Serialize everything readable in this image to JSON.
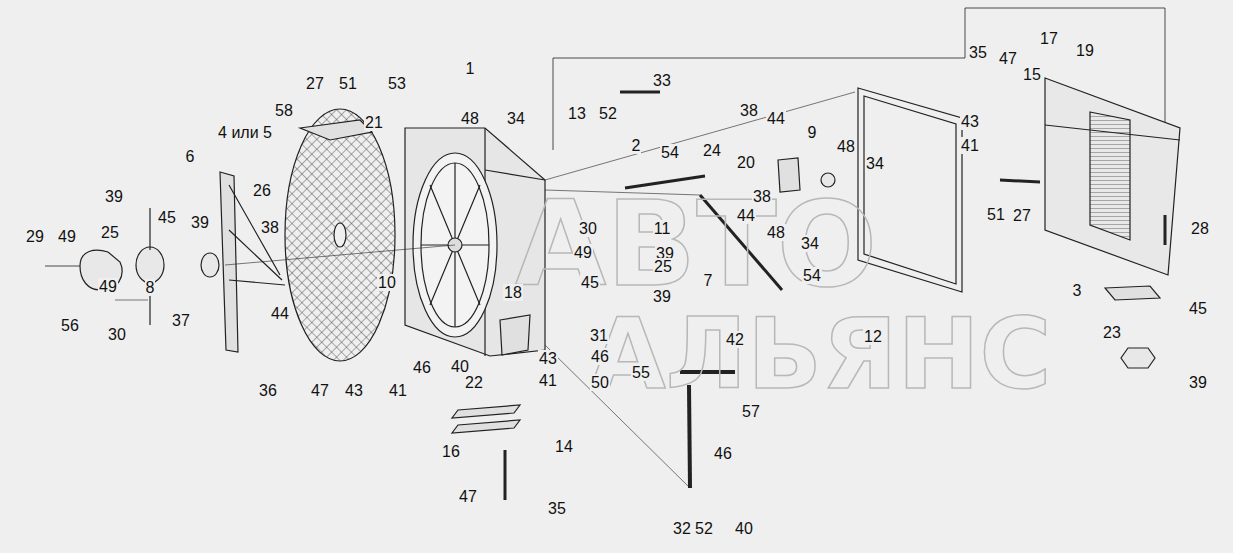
{
  "diagram": {
    "labels": [
      "1",
      "27",
      "51",
      "53",
      "58",
      "21",
      "4 или 5",
      "48",
      "34",
      "6",
      "13",
      "52",
      "33",
      "2",
      "54",
      "24",
      "38",
      "44",
      "9",
      "48",
      "20",
      "34",
      "38",
      "44",
      "48",
      "34",
      "35",
      "47",
      "17",
      "19",
      "15",
      "43",
      "41",
      "51",
      "27",
      "28",
      "3",
      "23",
      "45",
      "39",
      "12",
      "39",
      "45",
      "25",
      "26",
      "39",
      "29",
      "49",
      "38",
      "8",
      "49",
      "56",
      "30",
      "37",
      "44",
      "10",
      "30",
      "11",
      "39",
      "49",
      "25",
      "45",
      "7",
      "39",
      "54",
      "18",
      "42",
      "31",
      "46",
      "50",
      "55",
      "40",
      "43",
      "41",
      "22",
      "36",
      "47",
      "43",
      "41",
      "46",
      "57",
      "16",
      "14",
      "47",
      "35",
      "46",
      "32",
      "52",
      "40",
      "АВТО",
      "АЛЬЯНС"
    ]
  }
}
